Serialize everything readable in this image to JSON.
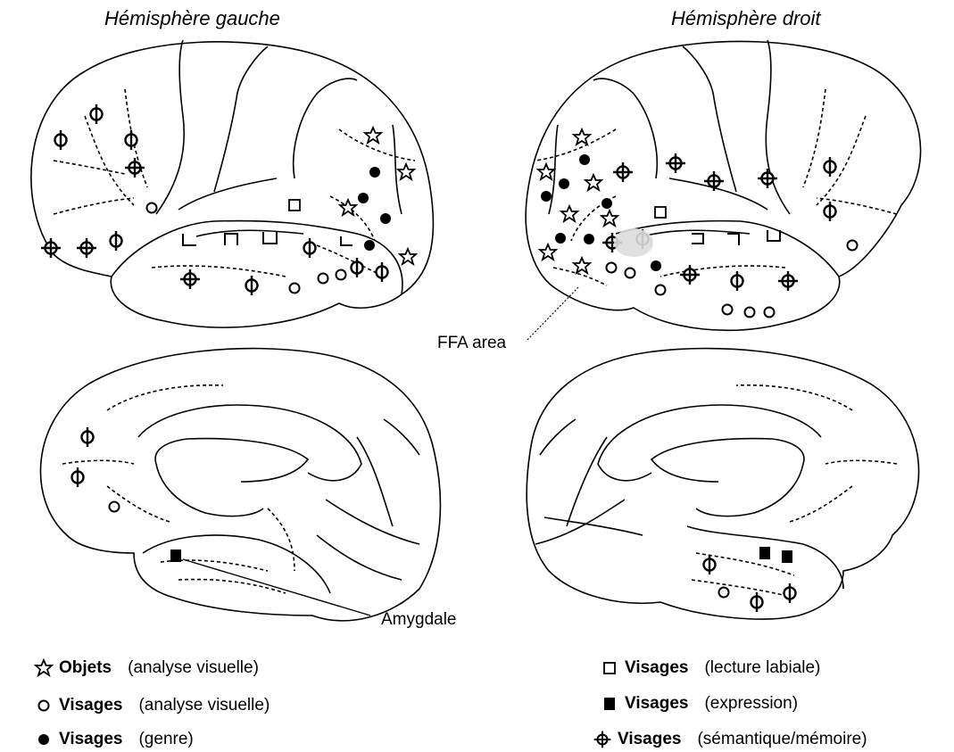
{
  "titles": {
    "left": "Hémisphère gauche",
    "right": "Hémisphère droit"
  },
  "callouts": {
    "ffa": "FFA area",
    "amygdale": "Amygdale"
  },
  "legend": [
    {
      "symbol": "star-icon",
      "label": "Objets",
      "desc": "(analyse visuelle)"
    },
    {
      "symbol": "open-circle-icon",
      "label": "Visages",
      "desc": "(analyse visuelle)"
    },
    {
      "symbol": "filled-circle-icon",
      "label": "Visages",
      "desc": "(genre)"
    },
    {
      "symbol": "open-square-icon",
      "label": "Visages",
      "desc": "(lecture labiale)"
    },
    {
      "symbol": "filled-square-icon",
      "label": "Visages",
      "desc": "(expression)"
    },
    {
      "symbol": "circle-cross-icon",
      "label": "Visages",
      "desc": "(sémantique/mémoire)"
    }
  ]
}
